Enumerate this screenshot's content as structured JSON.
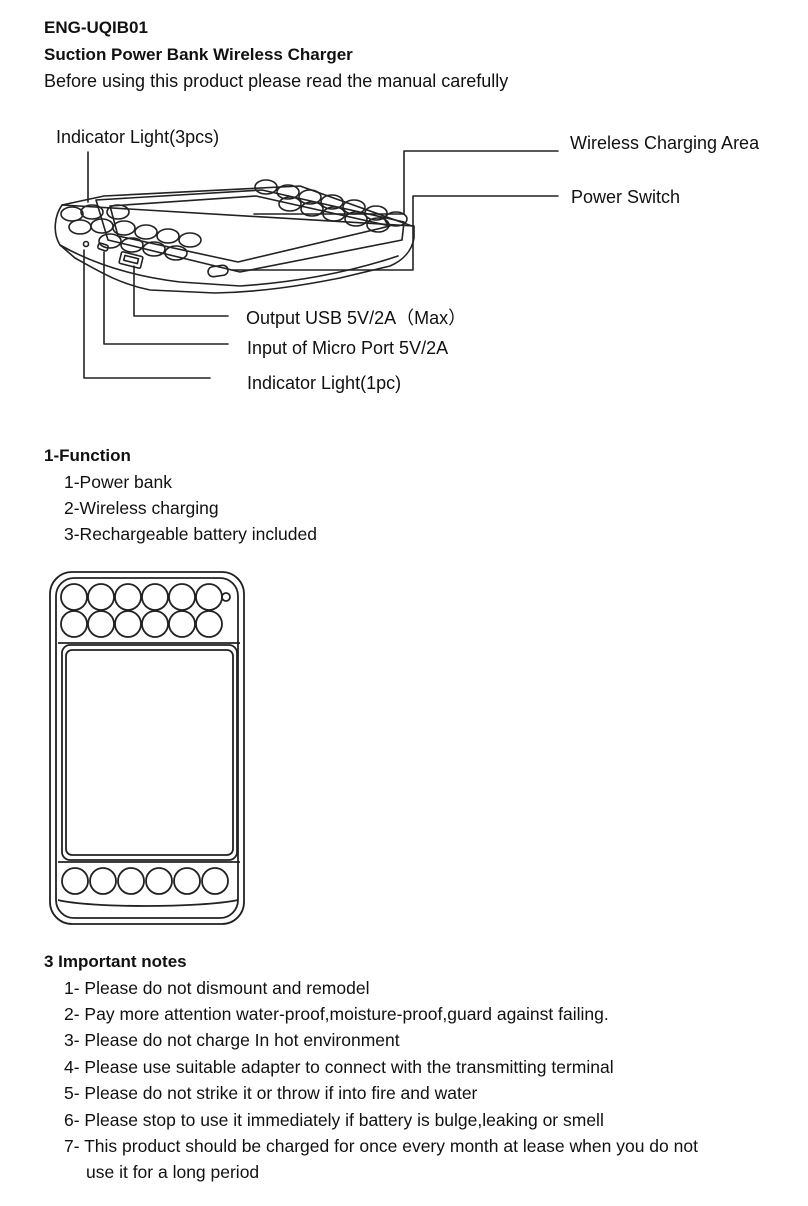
{
  "header": {
    "model": "ENG-UQIB01",
    "product_name": "Suction Power Bank Wireless Charger",
    "intro": "Before using this product please read the manual carefully"
  },
  "diagram_labels": {
    "indicator_light_3": "Indicator Light(3pcs)",
    "wireless_area": "Wireless Charging Area",
    "power_switch": "Power Switch",
    "output_usb": "Output USB 5V/2A（Max）",
    "input_micro": "Input of Micro Port 5V/2A",
    "indicator_light_1": "Indicator Light(1pc)"
  },
  "function": {
    "heading": "1-Function",
    "items": [
      "1-Power bank",
      "2-Wireless charging",
      "3-Rechargeable battery included"
    ]
  },
  "notes": {
    "heading": "3 Important notes",
    "items": [
      "1- Please do not dismount and remodel",
      "2- Pay more attention water-proof,moisture-proof,guard against failing.",
      "3- Please do not charge In hot environment",
      "4- Please use suitable adapter to connect with the transmitting terminal",
      "5- Please do not strike it or throw if into fire and water",
      "6- Please stop to use it immediately if battery is bulge,leaking or smell",
      "7- This product should be charged for once every month at lease when you do not"
    ],
    "continuation": "use it for a long period"
  }
}
